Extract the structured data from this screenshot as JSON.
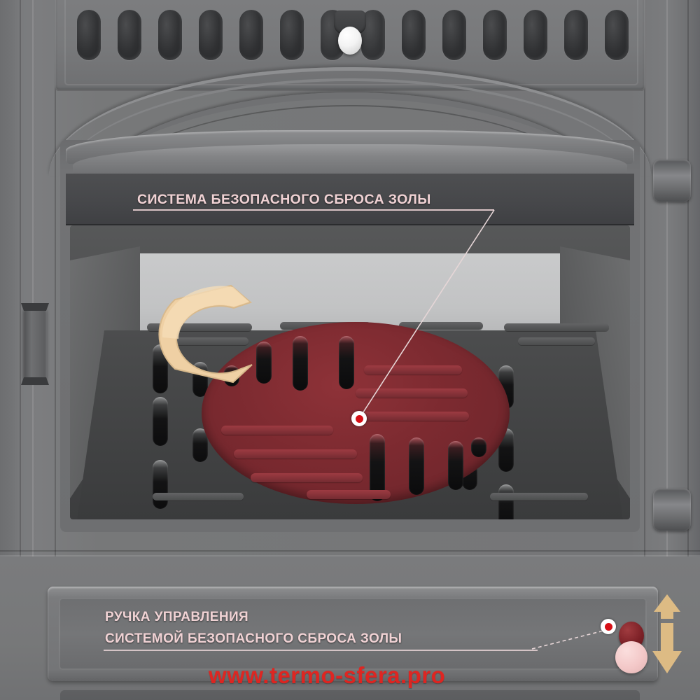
{
  "page": {
    "title": "Система безопасного сброса золы — печь",
    "background_color": "#77787a"
  },
  "annotations": {
    "top": {
      "text": "СИСТЕМА БЕЗОПАСНОГО СБРОСА ЗОЛЫ",
      "color": "#f0d2d4",
      "underline_color": "#d9c3c5",
      "marker_color": "#d60f16",
      "leader_color": "#e6d6d7"
    },
    "bottom": {
      "line1": "РУЧКА УПРАВЛЕНИЯ",
      "line2": "СИСТЕМОЙ БЕЗОПАСНОГО СБРОСА ЗОЛЫ",
      "color": "#f0d2d4",
      "underline_color": "#d5c4c6",
      "marker_color": "#d60f16",
      "leader_color": "#e6d6d7"
    }
  },
  "watermark": {
    "text": "www.termo-sfera.pro",
    "color": "#e8201c"
  },
  "arrows": {
    "rotation": {
      "name": "rotation-arrow",
      "color": "#efd0a4",
      "description": "двусторонняя круговая стрелка вращения"
    },
    "vertical": {
      "name": "updown-arrow",
      "color": "#ddbb84",
      "description": "двусторонняя вертикальная стрелка"
    }
  },
  "parts": {
    "top_knob": {
      "name": "верхняя ручка",
      "color": "#ffffff"
    },
    "red_grate": {
      "name": "поворотный колосник",
      "color": "#7c2a30"
    },
    "control_knob": {
      "name": "ручка управления",
      "color": "#7d2127"
    },
    "control_knob_highlight": {
      "color": "#f3c8c8"
    },
    "left_latch": {
      "name": "защёлка двери"
    },
    "right_hinges": {
      "name": "петли двери",
      "count": 2
    }
  },
  "vents": {
    "count": 14,
    "color": "#303133"
  }
}
